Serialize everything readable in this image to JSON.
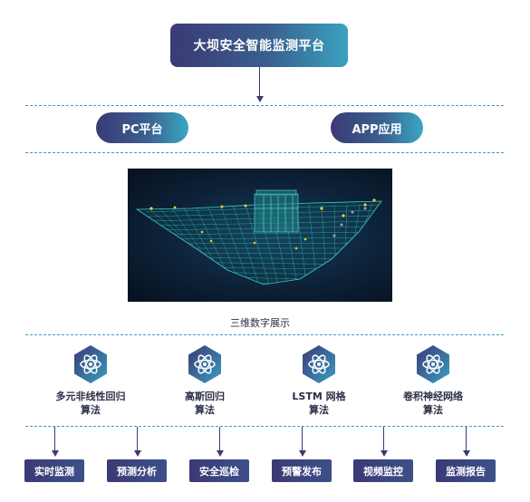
{
  "title": "大坝安全智能监测平台",
  "platforms": [
    "PC平台",
    "APP应用"
  ],
  "visualization_caption": "三维数字展示",
  "algorithms": [
    {
      "line1": "多元非线性回归",
      "line2": "算法"
    },
    {
      "line1": "高斯回归",
      "line2": "算法"
    },
    {
      "line1": "LSTM 网格",
      "line2": "算法"
    },
    {
      "line1": "卷积神经网络",
      "line2": "算法"
    }
  ],
  "functions": [
    "实时监测",
    "预测分析",
    "安全巡检",
    "预警发布",
    "视频监控",
    "监测报告"
  ],
  "colors": {
    "navy": "#3b3a75",
    "teal": "#3aa7c2",
    "dashed_line": "#3b9ec7",
    "mesh": "#3ec9c4"
  },
  "icons": {
    "algorithm": "atom-icon"
  }
}
